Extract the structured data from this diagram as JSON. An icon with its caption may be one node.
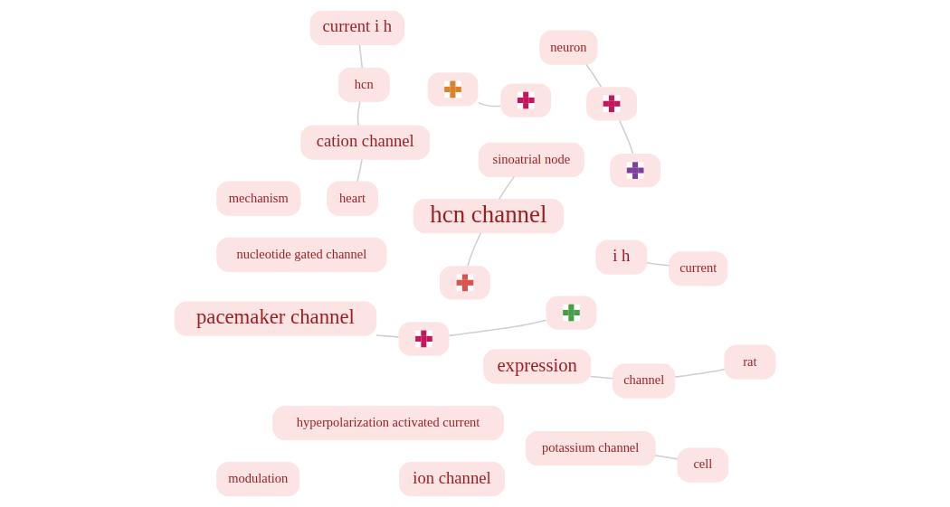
{
  "diagram": {
    "nodes": [
      {
        "text": [
          "neuron"
        ]
      },
      {
        "text": [
          "potassium channel"
        ]
      },
      {
        "text": [
          "mechanism"
        ]
      },
      {
        "text": [
          "i h"
        ]
      },
      {
        "text": [
          "hyperpolarization activated current"
        ]
      },
      {
        "text": [
          "cell"
        ]
      },
      {
        "text": [
          "hcn channel"
        ]
      },
      {
        "text": [
          "modulation"
        ]
      },
      {
        "text": [
          "current"
        ]
      },
      {
        "text": [
          "nucleotide gated channel"
        ]
      },
      {
        "text": [
          "ion channel"
        ]
      },
      {
        "text": [
          "pacemaker channel"
        ]
      },
      {
        "text": [
          "sinoatrial node"
        ]
      },
      {
        "text": [
          "heart"
        ]
      },
      {
        "text": [
          "expression"
        ]
      },
      {
        "text": [
          "cation channel"
        ]
      },
      {
        "text": [
          "rat"
        ]
      },
      {
        "text": [
          "channel"
        ]
      },
      {
        "text": [
          "hcn"
        ]
      },
      {
        "text": [
          "current i h"
        ]
      },
      {
        "text": [],
        "shape": "cross"
      },
      {
        "text": [],
        "shape": "cross"
      },
      {
        "text": [],
        "shape": "cross"
      },
      {
        "text": [],
        "shape": "cross"
      },
      {
        "text": [],
        "shape": "cross"
      },
      {
        "text": [],
        "shape": "cross"
      },
      {
        "text": [],
        "shape": "cross"
      }
    ],
    "edges": [
      {
        "from": 0,
        "to": 21,
        "arrow": "none"
      },
      {
        "from": 21,
        "to": 22,
        "arrow": "none"
      },
      {
        "from": 23,
        "to": 24,
        "arrow": "none"
      },
      {
        "from": 20,
        "to": 6,
        "arrow": "none"
      },
      {
        "from": 14,
        "to": 17,
        "arrow": "none"
      },
      {
        "from": 16,
        "to": 17,
        "arrow": "none"
      },
      {
        "from": 15,
        "to": 18,
        "arrow": "none"
      },
      {
        "from": 18,
        "to": 19,
        "arrow": "none"
      },
      {
        "from": 3,
        "to": 8,
        "arrow": "none"
      },
      {
        "from": 25,
        "to": 26,
        "arrow": "none"
      },
      {
        "from": 26,
        "to": 11,
        "arrow": "none"
      },
      {
        "from": 1,
        "to": 5,
        "arrow": "none"
      },
      {
        "from": 6,
        "to": 12,
        "arrow": "none"
      },
      {
        "from": 13,
        "to": 15,
        "arrow": "none"
      }
    ]
  }
}
